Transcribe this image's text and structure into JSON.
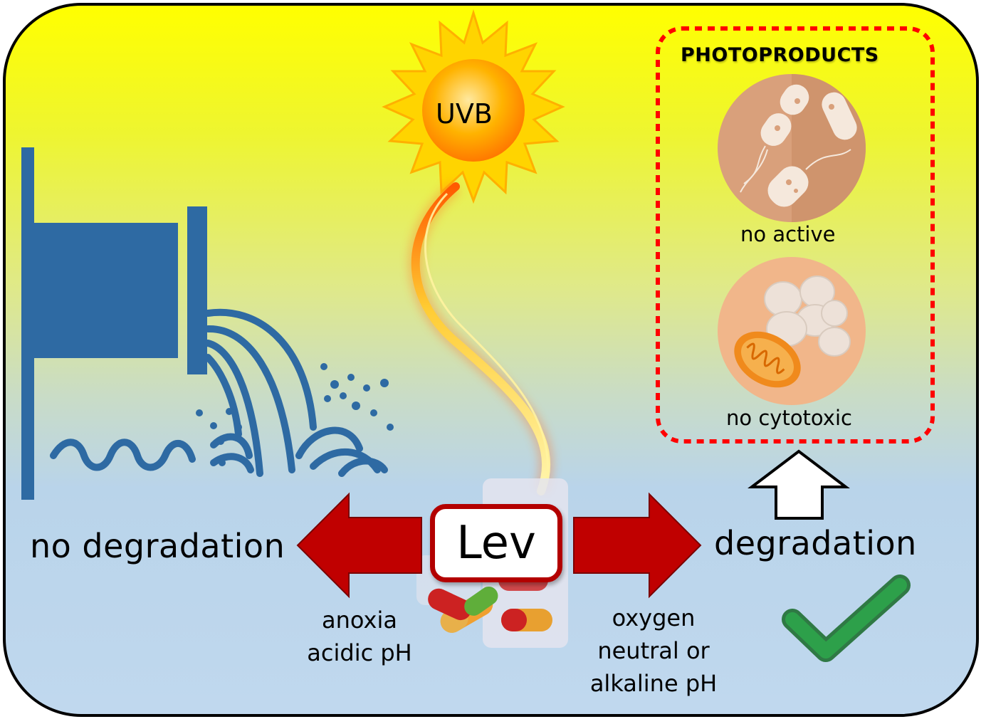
{
  "sun": {
    "label": "UVB"
  },
  "center": {
    "label": "Lev"
  },
  "left": {
    "outcome": "no degradation",
    "cond_1": "anoxia",
    "cond_2": "acidic pH"
  },
  "right": {
    "outcome": "degradation",
    "cond_1": "oxygen",
    "cond_2": "neutral or",
    "cond_3": "alkaline pH"
  },
  "photoproducts": {
    "title": "PHOTOPRODUCTS",
    "item_1": "no active",
    "item_2": "no cytotoxic"
  },
  "colors": {
    "arrow": "#c00000",
    "pipe": "#2e6aa3",
    "check": "#1f8a3c",
    "dash": "#ff0000"
  }
}
